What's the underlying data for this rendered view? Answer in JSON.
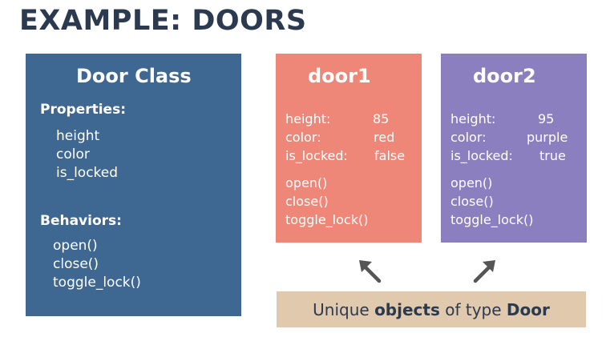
{
  "page_title": "EXAMPLE: DOORS",
  "class_box": {
    "title": "Door Class",
    "properties_heading": "Properties:",
    "properties": [
      "height",
      "color",
      "is_locked"
    ],
    "behaviors_heading": "Behaviors:",
    "behaviors": [
      "open()",
      "close()",
      "toggle_lock()"
    ],
    "color": "#3e6792"
  },
  "objects": [
    {
      "title": "door1",
      "color": "#ee8778",
      "attributes": [
        {
          "key": "height:",
          "value": "85"
        },
        {
          "key": "color:",
          "value": "red"
        },
        {
          "key": "is_locked:",
          "value": "false"
        }
      ],
      "methods": [
        "open()",
        "close()",
        "toggle_lock()"
      ],
      "arrow_icon": "arrow-up-left-icon"
    },
    {
      "title": "door2",
      "color": "#8b7fc0",
      "attributes": [
        {
          "key": "height:",
          "value": "95"
        },
        {
          "key": "color:",
          "value": "purple"
        },
        {
          "key": "is_locked:",
          "value": "true"
        }
      ],
      "methods": [
        "open()",
        "close()",
        "toggle_lock()"
      ],
      "arrow_icon": "arrow-up-right-icon"
    }
  ],
  "caption": {
    "part1": "Unique ",
    "bold1": "objects",
    "part2": " of type ",
    "bold2": "Door"
  },
  "caption_color": "#e1c9ad"
}
